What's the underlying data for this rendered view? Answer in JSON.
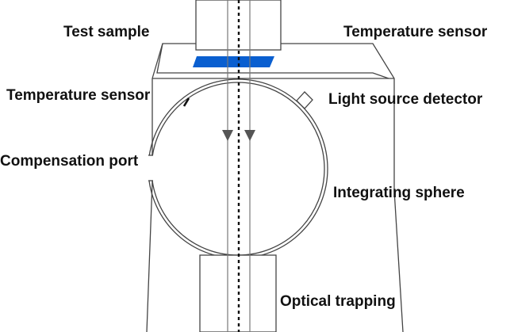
{
  "labels": {
    "test_sample": "Test sample",
    "temperature_sensor_top": "Temperature sensor",
    "temperature_sensor_left": "Temperature sensor",
    "light_source_detector": "Light source detector",
    "compensation_port": "Compensation port",
    "integrating_sphere": "Integrating sphere",
    "optical_trapping": "Optical trapping"
  },
  "colors": {
    "sample": "#0a5fd0",
    "line": "#444444",
    "beam": "#777777",
    "arrow": "#555555",
    "text": "#111111"
  }
}
